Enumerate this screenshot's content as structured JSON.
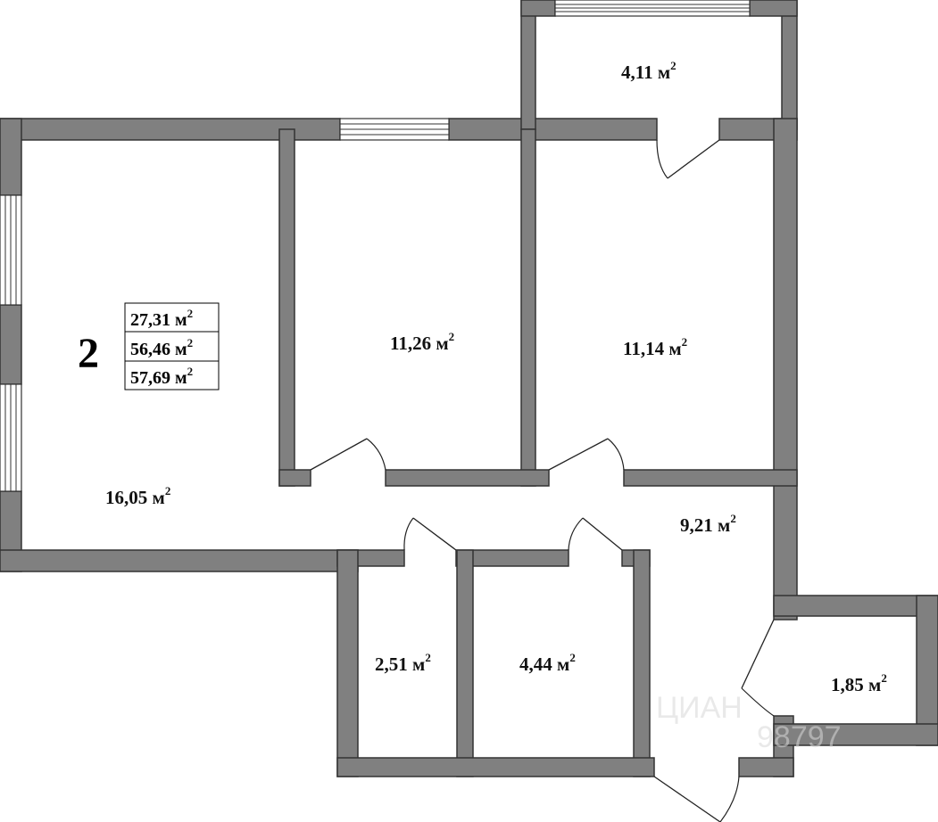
{
  "plan": {
    "unit_number": "2",
    "summary": [
      {
        "value": "27,31 м",
        "sup": "2"
      },
      {
        "value": "56,46 м",
        "sup": "2"
      },
      {
        "value": "57,69 м",
        "sup": "2"
      }
    ],
    "rooms": [
      {
        "id": "living-room",
        "value": "16,05 м",
        "sup": "2"
      },
      {
        "id": "bedroom-1",
        "value": "11,26 м",
        "sup": "2"
      },
      {
        "id": "bedroom-2",
        "value": "11,14 м",
        "sup": "2"
      },
      {
        "id": "balcony",
        "value": "4,11 м",
        "sup": "2"
      },
      {
        "id": "hallway",
        "value": "9,21 м",
        "sup": "2"
      },
      {
        "id": "toilet",
        "value": "2,51 м",
        "sup": "2"
      },
      {
        "id": "bathroom",
        "value": "4,44 м",
        "sup": "2"
      },
      {
        "id": "storage",
        "value": "1,85 м",
        "sup": "2"
      }
    ],
    "watermark": {
      "text": "ЦИАН",
      "number": "98797"
    },
    "colors": {
      "wall": "#808080",
      "outline": "#333333",
      "text": "#111111"
    }
  }
}
